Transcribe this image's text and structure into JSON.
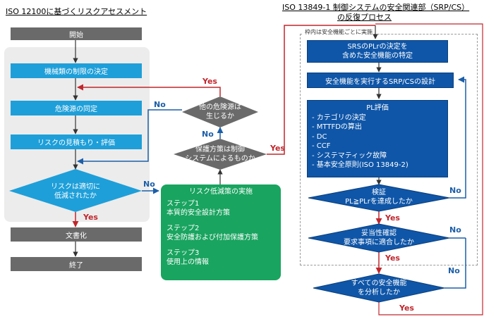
{
  "left_title": "ISO 12100に基づくリスクアセスメント",
  "right_title_1": "ISO 13849-1 制御システムの安全関連部（SRP/CS）",
  "right_title_2": "の反復プロセス",
  "dash_label": "枠内は安全機能ごとに実施",
  "left": {
    "start": "開始",
    "limits": "機械類の制限の決定",
    "hazard_id": "危険源の同定",
    "estimate": "リスクの見積もり・評価",
    "decision_1": "リスクは適切に",
    "decision_2": "低減されたか",
    "doc": "文書化",
    "end": "終了"
  },
  "middle": {
    "other_1": "他の危険源は",
    "other_2": "生じるか",
    "control_1": "保護方策は制御",
    "control_2": "システムによるものか",
    "risk_title": "リスク低減策の実施",
    "step1": "ステップ1",
    "step1_text": "本質的安全設計方策",
    "step2": "ステップ2",
    "step2_text": "安全防護および付加保護方策",
    "step3": "ステップ3",
    "step3_text": "使用上の情報"
  },
  "right": {
    "srs_1": "SRSのPLrの決定を",
    "srs_2": "含めた安全機能の特定",
    "design": "安全機能を実行するSRP/CSの設計",
    "pl_title": "PL評価",
    "pl_items": [
      "- カテゴリの決定",
      "- MTTFDの算出",
      "- DC",
      "- CCF",
      "- システマティック故障",
      "- 基本安全原則(ISO 13849-2)"
    ],
    "verify_1": "検証",
    "verify_2": "PL≧PLrを達成したか",
    "validate_1": "妥当性確認",
    "validate_2": "要求事項に適合したか",
    "all_1": "すべての安全機能",
    "all_2": "を分析したか"
  },
  "labels": {
    "yes": "Yes",
    "no": "No"
  },
  "colors": {
    "light_blue": "#1e9fd9",
    "navy": "#0f56a8",
    "gray": "#6a6a6a",
    "green": "#19a45f",
    "red": "#c0272d",
    "arrow_blue": "#1c5fa8"
  }
}
